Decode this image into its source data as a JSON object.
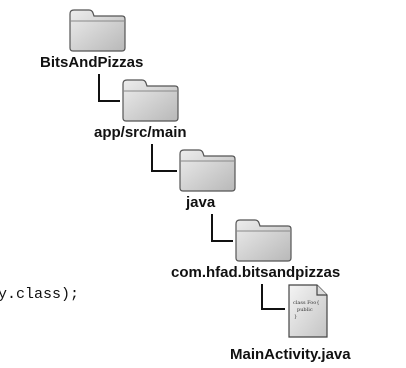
{
  "tree": {
    "nodes": [
      {
        "label": "BitsAndPizzas",
        "icon": "folder-icon"
      },
      {
        "label": "app/src/main",
        "icon": "folder-icon"
      },
      {
        "label": "java",
        "icon": "folder-icon"
      },
      {
        "label": "com.hfad.bitsandpizzas",
        "icon": "folder-icon"
      }
    ],
    "file": {
      "label": "MainActivity.java",
      "icon": "java-file-icon",
      "thumb_lines": [
        "class Foo{",
        "public",
        "}"
      ]
    }
  },
  "code_fragment": "y.class);"
}
